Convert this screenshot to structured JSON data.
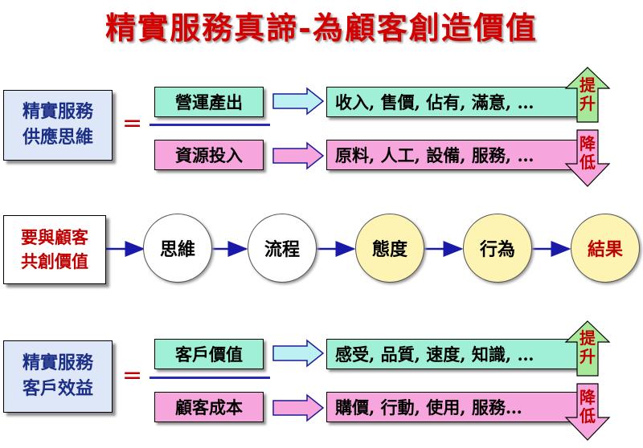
{
  "title": "精實服務真諦-為顧客創造價值",
  "section1": {
    "left_label": "精實服務\n供應思維",
    "equals": "=",
    "top": {
      "label": "營運產出",
      "items": "收入, 售價, 佔有, 滿意, …",
      "arrow_label": "提升"
    },
    "bottom": {
      "label": "資源投入",
      "items": "原料, 人工, 設備, 服務, …",
      "arrow_label": "降低"
    }
  },
  "section2": {
    "left_label": "要與顧客\n共創價值",
    "steps": [
      "思維",
      "流程",
      "態度",
      "行為",
      "結果"
    ]
  },
  "section3": {
    "left_label": "精實服務\n客戶效益",
    "equals": "=",
    "top": {
      "label": "客戶價值",
      "items": "感受, 品質, 速度, 知識, …",
      "arrow_label": "提升"
    },
    "bottom": {
      "label": "顧客成本",
      "items": "購價, 行動, 使用, 服務…",
      "arrow_label": "降低"
    }
  },
  "colors": {
    "title": "#d40000",
    "green_box": "#9ff0d6",
    "pink_box": "#f7a6dd",
    "up_arrow": "#a8e89a",
    "down_arrow": "#f7a6dd",
    "blue_box": "#dde7f7",
    "circle_yellow": "#fdf4b4",
    "flow_arrow": "#1a1aa8"
  },
  "icons": [
    "right-arrow-icon",
    "up-arrow-icon",
    "down-arrow-icon"
  ]
}
